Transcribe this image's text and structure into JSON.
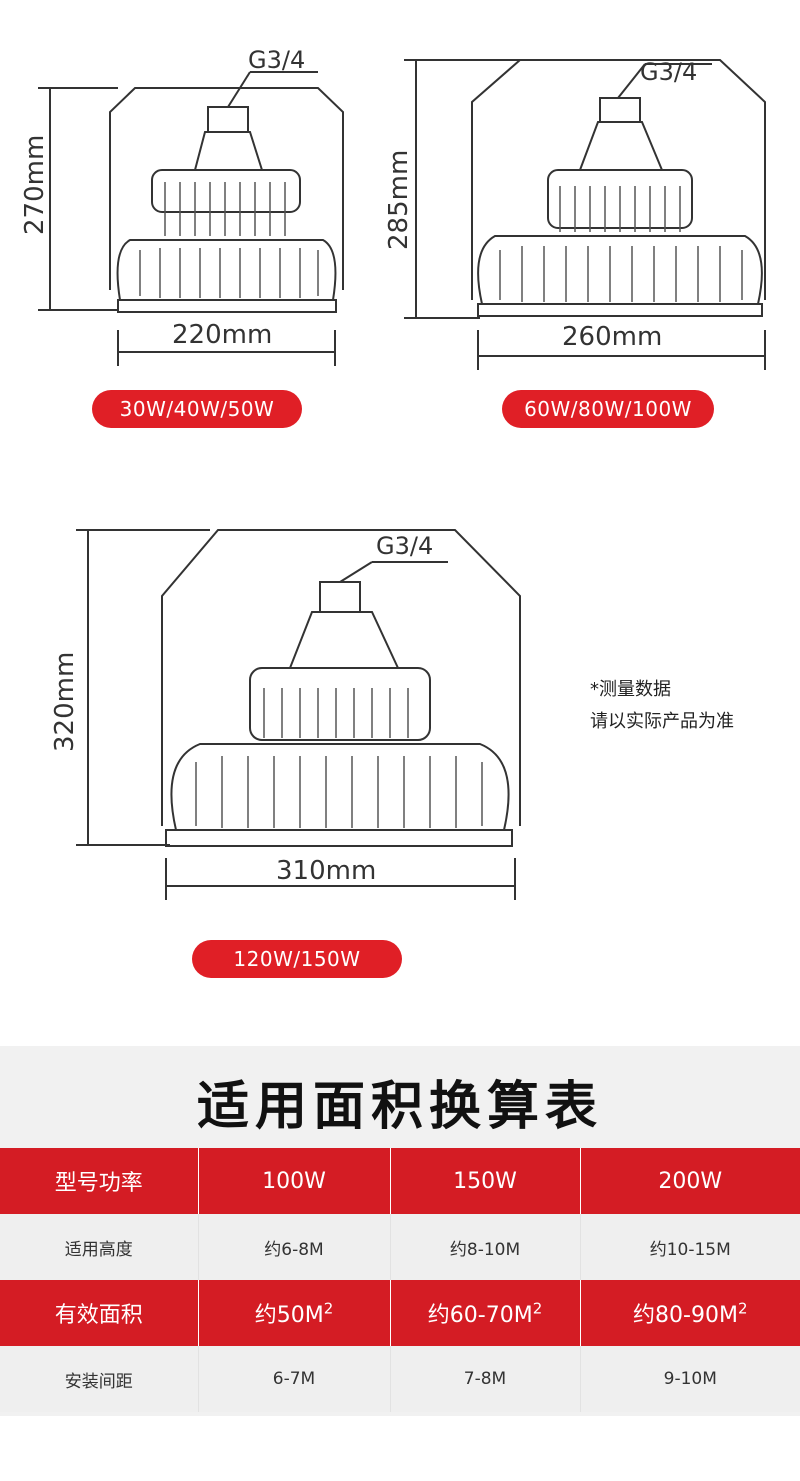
{
  "thread_label": "G3/4",
  "products": [
    {
      "height": "270mm",
      "width": "220mm",
      "watts": "30W/40W/50W"
    },
    {
      "height": "285mm",
      "width": "260mm",
      "watts": "60W/80W/100W"
    },
    {
      "height": "320mm",
      "width": "310mm",
      "watts": "120W/150W"
    }
  ],
  "note": {
    "line1": "*测量数据",
    "line2": "请以实际产品为准"
  },
  "table": {
    "title": "适用面积换算表",
    "rows": [
      {
        "label": "型号功率",
        "cells": [
          "100W",
          "150W",
          "200W"
        ]
      },
      {
        "label": "适用高度",
        "cells": [
          "约6-8M",
          "约8-10M",
          "约10-15M"
        ]
      },
      {
        "label": "有效面积",
        "cells": [
          "约50M",
          "约60-70M",
          "约80-90M"
        ],
        "superscript": "2"
      },
      {
        "label": "安装间距",
        "cells": [
          "6-7M",
          "7-8M",
          "9-10M"
        ]
      }
    ]
  },
  "colors": {
    "accent": "#e01f26",
    "table_red": "#d41c24",
    "table_gray": "#efefef"
  }
}
